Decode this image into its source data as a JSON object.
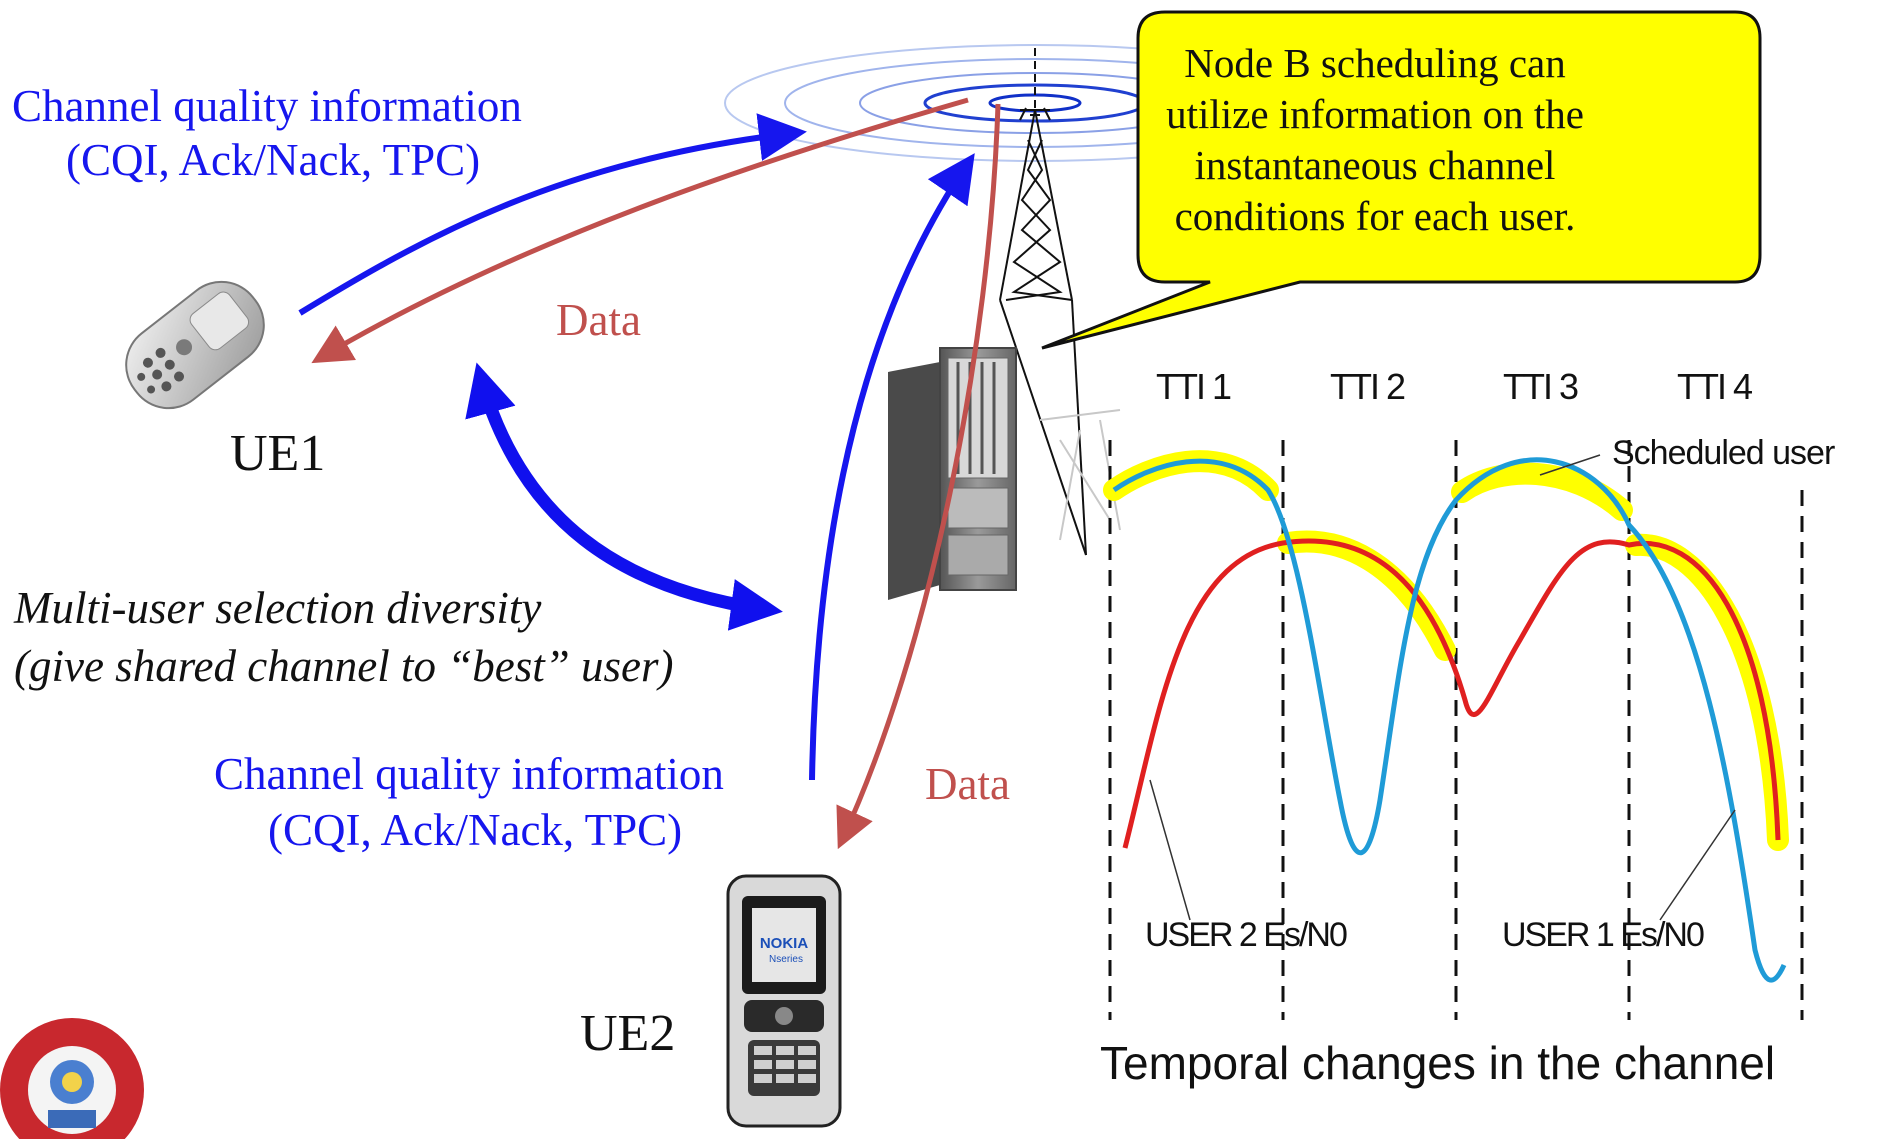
{
  "callout": {
    "lines": [
      "Node B scheduling can",
      "utilize information on the",
      "instantaneous channel",
      "conditions for each user."
    ]
  },
  "ue1": {
    "label": "UE1",
    "feedback_line1": "Channel quality information",
    "feedback_line2": "(CQI, Ack/Nack, TPC)",
    "data_label": "Data"
  },
  "ue2": {
    "label": "UE2",
    "feedback_line1": "Channel quality information",
    "feedback_line2": "(CQI, Ack/Nack, TPC)",
    "data_label": "Data",
    "phone_brand": "NOKIA",
    "phone_series": "Nseries"
  },
  "diversity": {
    "line1": "Multi-user selection diversity",
    "line2": "(give shared channel to “best” user)"
  },
  "chart": {
    "tti_labels": [
      "TTI 1",
      "TTI 2",
      "TTI 3",
      "TTI 4"
    ],
    "scheduled_label": "Scheduled user",
    "user2_label": "USER 2 Es/N0",
    "user1_label": "USER 1 Es/N0",
    "caption": "Temporal changes in the channel"
  },
  "colors": {
    "user1_curve": "#1f9bd7",
    "user2_curve": "#e02020",
    "scheduled_highlight": "#ffff00",
    "feedback_arrow": "#1616ee",
    "data_arrow": "#c0504d",
    "callout_fill": "#ffff00"
  },
  "icons": [
    "phone-icon",
    "mobile-phone-icon",
    "base-station-icon",
    "antenna-tower-icon",
    "university-logo-icon"
  ]
}
